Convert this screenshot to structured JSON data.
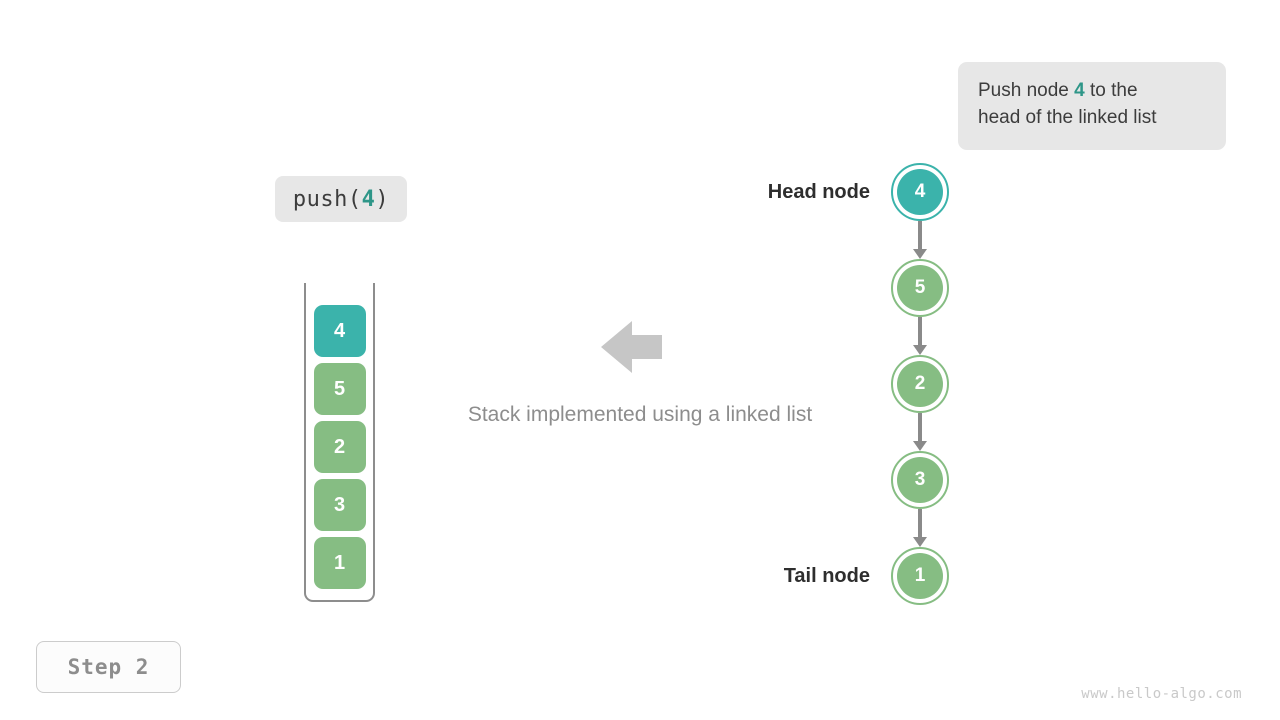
{
  "colors": {
    "accent_teal": "#3bb3ab",
    "node_green": "#86bd83",
    "callout_bg": "#e7e7e7",
    "arrow_gray": "#8a8a8a",
    "muted_text": "#8d8d8d",
    "highlight_text": "#2e9688"
  },
  "callout": {
    "prefix": "Push node ",
    "value": "4",
    "suffix": " to the",
    "line2": "head of the linked list"
  },
  "operation_label": {
    "name": "push",
    "open_paren": "(",
    "value": "4",
    "close_paren": ")"
  },
  "stack": {
    "caption": "Stack implemented using a linked list",
    "arrow_icon": "arrow-left-icon",
    "cells": [
      {
        "value": "4",
        "color": "#3bb3ab",
        "highlighted": true
      },
      {
        "value": "5",
        "color": "#86bd83",
        "highlighted": false
      },
      {
        "value": "2",
        "color": "#86bd83",
        "highlighted": false
      },
      {
        "value": "3",
        "color": "#86bd83",
        "highlighted": false
      },
      {
        "value": "1",
        "color": "#86bd83",
        "highlighted": false
      }
    ]
  },
  "linked_list": {
    "head_label": "Head node",
    "tail_label": "Tail node",
    "nodes": [
      {
        "value": "4",
        "color": "#3bb3ab",
        "highlighted": true
      },
      {
        "value": "5",
        "color": "#86bd83",
        "highlighted": false
      },
      {
        "value": "2",
        "color": "#86bd83",
        "highlighted": false
      },
      {
        "value": "3",
        "color": "#86bd83",
        "highlighted": false
      },
      {
        "value": "1",
        "color": "#86bd83",
        "highlighted": false
      }
    ]
  },
  "step_badge": {
    "label": "Step 2"
  },
  "watermark": {
    "text": "www.hello-algo.com"
  }
}
